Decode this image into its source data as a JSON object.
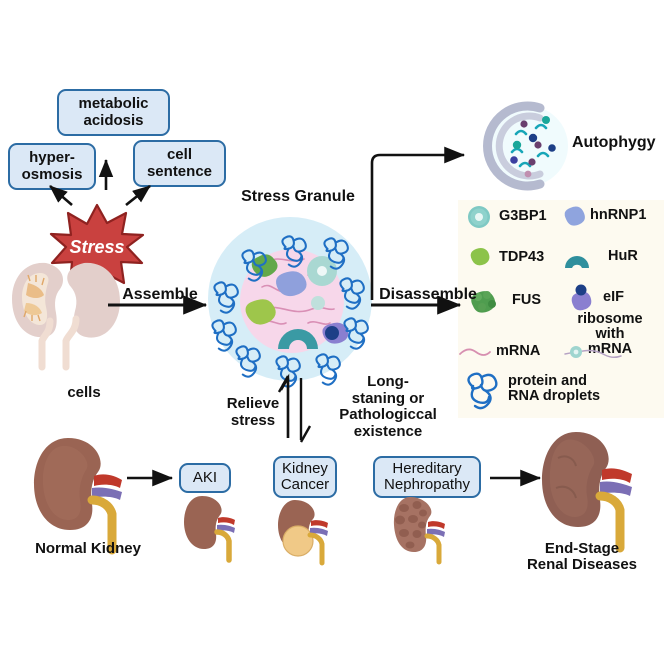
{
  "figure": {
    "title_nodes": {
      "stress_granule": "Stress Granule",
      "autophagy": "Autophygy",
      "cells": "cells",
      "normal_kidney": "Normal Kidney",
      "end_stage": "End-Stage\nRenal Diseases"
    }
  },
  "stressors": {
    "metabolic_acidosis": "metabolic\nacidosis",
    "hyper_osmosis": "hyper-\nosmosis",
    "cell_sentence": "cell\nsentence",
    "stress_burst": "Stress"
  },
  "flow_labels": {
    "assemble": "Assemble",
    "disassemble": "Disassemble",
    "relieve_stress": "Relieve\nstress",
    "long_standing": "Long-\nstaning or\nPathologiccal\nexistence"
  },
  "disease_boxes": [
    {
      "label": "AKI"
    },
    {
      "label": "Kidney\nCancer"
    },
    {
      "label": "Hereditary\nNephropathy"
    }
  ],
  "outcome_labels": {
    "normal_kidney": "Normal Kidney",
    "end_stage_line1": "End-Stage",
    "end_stage_line2": "Renal Diseases",
    "cells": "cells",
    "autophagy": "Autophygy",
    "stress_granule": "Stress Granule"
  },
  "legend": {
    "background": "#fdfaf0",
    "items": [
      {
        "icon": "g3bp1-icon",
        "label": "G3BP1",
        "color": "#7fc9c4"
      },
      {
        "icon": "hnrnp1-icon",
        "label": "hnRNP1",
        "color": "#8fa4de"
      },
      {
        "icon": "tdp43-icon",
        "label": "TDP43",
        "color": "#8cc34a"
      },
      {
        "icon": "hur-icon",
        "label": "HuR",
        "color": "#2f8f9d"
      },
      {
        "icon": "fus-icon",
        "label": "FUS",
        "color": "#4f9d4f"
      },
      {
        "icon": "eif-icon",
        "label": "eIF",
        "color": "#8a7fd0"
      },
      {
        "icon": "mrna-icon",
        "label": "mRNA",
        "color": "#d78fb0"
      },
      {
        "icon": "ribosome-mrna-icon",
        "label": "ribosome\nwith\nmRNA",
        "color": "#9fd5cf"
      },
      {
        "icon": "protein-rna-droplet-icon",
        "label": "protein and\nRNA droplets",
        "color": "#1f6fc4"
      }
    ]
  },
  "colors": {
    "box_fill": "#dbe8f6",
    "box_border": "#2c6ca4",
    "stress_red": "#c9413f",
    "stress_red_dark": "#9e2d2b",
    "granule_outer": "#d6edf7",
    "granule_inner": "#f7d7ea",
    "droplet_blue": "#1f6fc4",
    "kidney_brown": "#9a6453",
    "kidney_pale": "#e3cfcb",
    "arrow_black": "#111111",
    "autophagy_gray": "#a9aec6"
  }
}
